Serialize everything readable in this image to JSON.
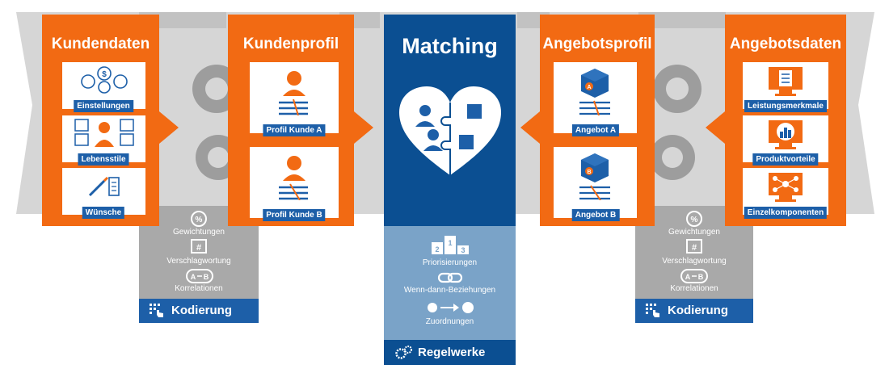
{
  "colors": {
    "orange": "#f26a13",
    "blue": "#1d5fa8",
    "dark_blue": "#0b4f92",
    "light_blue": "#7aa3c8",
    "grey": "#a9a9a9",
    "band_grey": "#d6d6d6",
    "gear_grey": "#9d9d9d"
  },
  "left_data": {
    "title": "Kundendaten",
    "items": [
      {
        "label": "Einstellungen",
        "icon": "preferences-icon"
      },
      {
        "label": "Lebensstile",
        "icon": "lifestyle-icon"
      },
      {
        "label": "Wünsche",
        "icon": "wishes-icon"
      }
    ]
  },
  "left_profile": {
    "title": "Kundenprofil",
    "items": [
      {
        "label": "Profil Kunde A",
        "icon": "female-profile-icon"
      },
      {
        "label": "Profil Kunde B",
        "icon": "male-profile-icon"
      }
    ]
  },
  "center": {
    "title": "Matching",
    "icon": "heart-puzzle-icon",
    "rules": [
      {
        "label": "Priorisierungen",
        "icon": "podium-icon",
        "glyphs": [
          "1",
          "2",
          "3"
        ]
      },
      {
        "label": "Wenn-dann-Beziehungen",
        "icon": "chain-link-icon"
      },
      {
        "label": "Zuordnungen",
        "icon": "assignment-arrow-icon"
      }
    ],
    "footer": "Regelwerke"
  },
  "right_profile": {
    "title": "Angebotsprofil",
    "items": [
      {
        "label": "Angebot A",
        "icon": "box-a-icon",
        "glyph": "A"
      },
      {
        "label": "Angebot B",
        "icon": "box-b-icon",
        "glyph": "B"
      }
    ]
  },
  "right_data": {
    "title": "Angebotsdaten",
    "items": [
      {
        "label": "Leistungsmerkmale",
        "icon": "checklist-monitor-icon"
      },
      {
        "label": "Produktvorteile",
        "icon": "bar-chart-monitor-icon"
      },
      {
        "label": "Einzelkomponenten",
        "icon": "network-monitor-icon"
      }
    ]
  },
  "left_coding": {
    "items": [
      {
        "label": "Gewichtungen",
        "icon": "percent-icon",
        "glyph": "%"
      },
      {
        "label": "Verschlagwortung",
        "icon": "hashtag-icon",
        "glyph": "#"
      },
      {
        "label": "Korrelationen",
        "icon": "correlation-icon",
        "glyphs": [
          "A",
          "B"
        ]
      }
    ],
    "footer": "Kodierung"
  },
  "right_coding": {
    "items": [
      {
        "label": "Gewichtungen",
        "icon": "percent-icon",
        "glyph": "%"
      },
      {
        "label": "Verschlagwortung",
        "icon": "hashtag-icon",
        "glyph": "#"
      },
      {
        "label": "Korrelationen",
        "icon": "correlation-icon",
        "glyphs": [
          "A",
          "B"
        ]
      }
    ],
    "footer": "Kodierung"
  }
}
